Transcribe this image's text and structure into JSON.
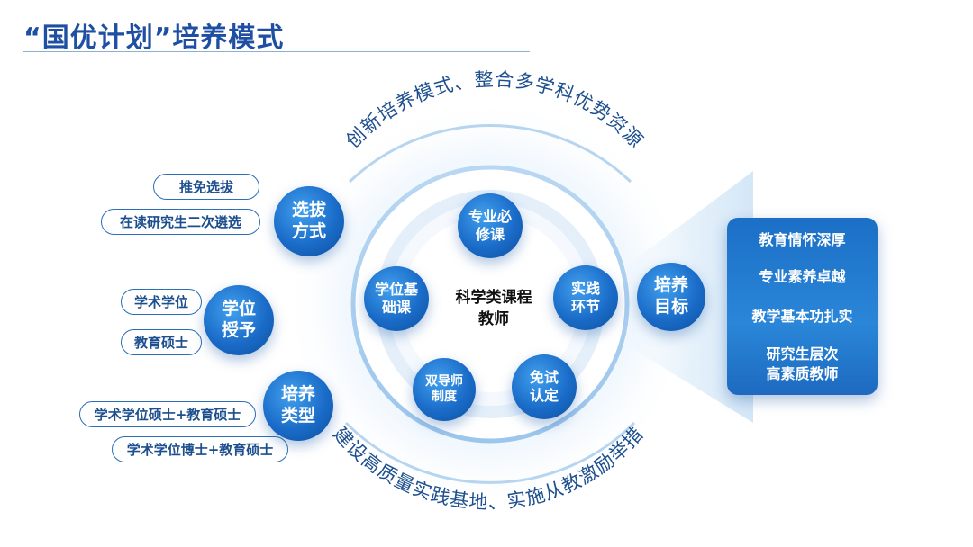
{
  "title": "“国优计划”培养模式",
  "arc_top": "创新培养模式、整合多学科优势资源",
  "arc_bottom": "建设高质量实践基地、实施从教激励举措",
  "left": {
    "selection": {
      "bubble": [
        "选拔",
        "方式"
      ],
      "pills": [
        "推免选拔",
        "在读研究生二次遴选"
      ]
    },
    "degree": {
      "bubble": [
        "学位",
        "授予"
      ],
      "pills": [
        "学术学位",
        "教育硕士"
      ]
    },
    "type": {
      "bubble": [
        "培养",
        "类型"
      ],
      "pills": [
        "学术学位硕士+教育硕士",
        "学术学位博士+教育硕士"
      ]
    }
  },
  "center": {
    "label": [
      "科学类课程",
      "教师"
    ],
    "nodes": {
      "required": [
        "专业必",
        "修课"
      ],
      "practice": [
        "实践",
        "环节"
      ],
      "exam": [
        "免试",
        "认定"
      ],
      "mentor": [
        "双导师",
        "制度"
      ],
      "basic": [
        "学位基",
        "础课"
      ]
    }
  },
  "goal": {
    "bubble": [
      "培养",
      "目标"
    ],
    "items": [
      "教育情怀深厚",
      "专业素养卓越",
      "教学基本功扎实",
      "研究生层次",
      "高素质教师"
    ]
  },
  "colors": {
    "title": "#1f4fa3",
    "accent": "#1a6cc8",
    "pill_border": "#2b6fb8",
    "arc_text": "#1d4f8e"
  }
}
